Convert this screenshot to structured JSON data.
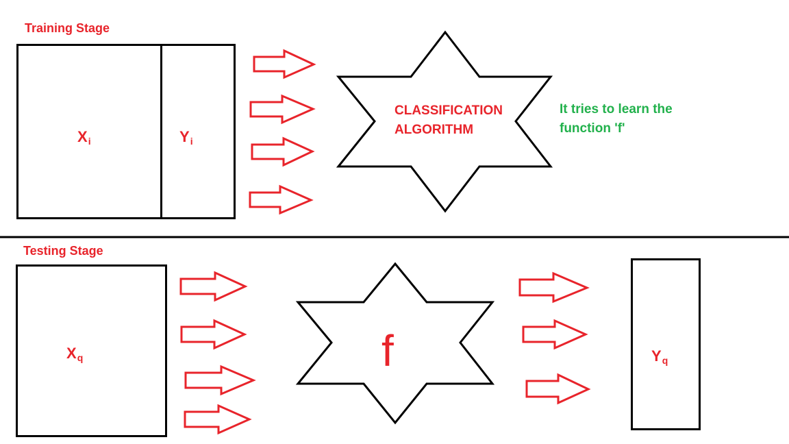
{
  "colors": {
    "label_red": "#e8242b",
    "note_green": "#22b14c",
    "outline": "#000000"
  },
  "training": {
    "stage_label": "Training Stage",
    "x_var": "X",
    "x_sub": "i",
    "y_var": "Y",
    "y_sub": "i",
    "algorithm_line1": "CLASSIFICATION",
    "algorithm_line2": "ALGORITHM",
    "note_line1": "It tries to learn the",
    "note_line2": "function 'f'",
    "arrow_count": 4
  },
  "testing": {
    "stage_label": "Testing Stage",
    "x_var": "X",
    "x_sub": "q",
    "function_label": "f",
    "y_var": "Y",
    "y_sub": "q",
    "input_arrow_count": 4,
    "output_arrow_count": 3
  }
}
